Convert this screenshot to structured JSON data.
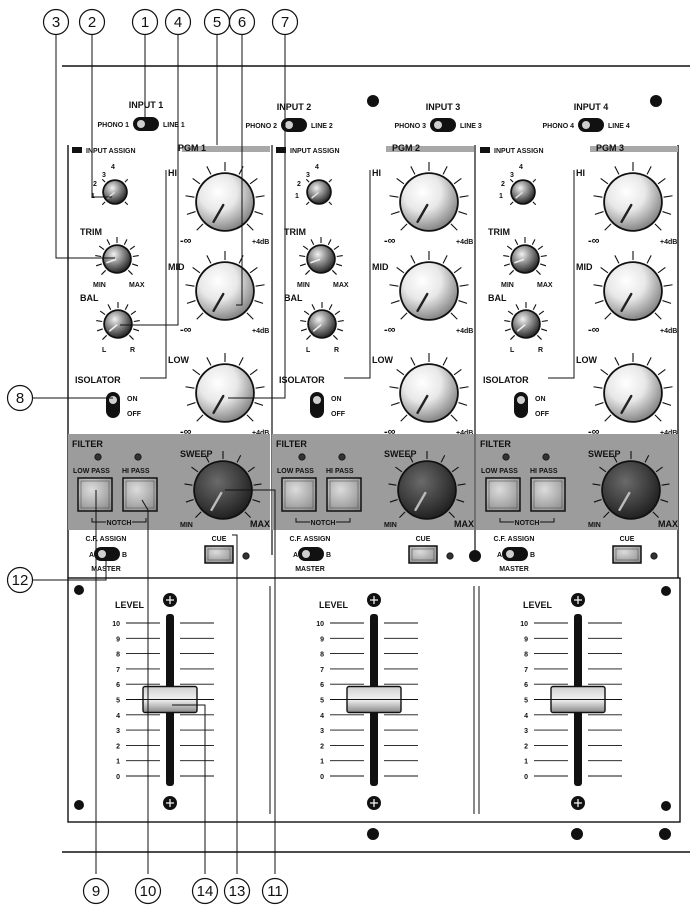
{
  "inputs": [
    {
      "title": "INPUT 1",
      "left": "PHONO 1",
      "right": "LINE 1"
    },
    {
      "title": "INPUT 2",
      "left": "PHONO 2",
      "right": "LINE 2"
    },
    {
      "title": "INPUT 3",
      "left": "PHONO 3",
      "right": "LINE 3"
    },
    {
      "title": "INPUT 4",
      "left": "PHONO 4",
      "right": "LINE 4"
    }
  ],
  "channels": [
    {
      "pgm": "PGM 1"
    },
    {
      "pgm": "PGM 2"
    },
    {
      "pgm": "PGM 3"
    }
  ],
  "labels": {
    "input_assign": "INPUT ASSIGN",
    "assign_ticks": [
      "1",
      "2",
      "3",
      "4"
    ],
    "trim": "TRIM",
    "bal": "BAL",
    "min": "MIN",
    "max": "MAX",
    "l": "L",
    "r": "R",
    "hi": "HI",
    "mid": "MID",
    "low": "LOW",
    "neg_inf": "-∞",
    "plus4": "+4dB",
    "isolator": "ISOLATOR",
    "on": "ON",
    "off": "OFF",
    "filter": "FILTER",
    "low_pass": "LOW PASS",
    "hi_pass": "HI PASS",
    "sweep": "SWEEP",
    "notch": "NOTCH",
    "cf_assign": "C.F. ASSIGN",
    "a": "A",
    "b": "B",
    "master": "MASTER",
    "cue": "CUE",
    "level": "LEVEL",
    "scale": [
      "10",
      "9",
      "8",
      "7",
      "6",
      "5",
      "4",
      "3",
      "2",
      "1",
      "0"
    ]
  },
  "callouts": [
    "1",
    "2",
    "3",
    "4",
    "5",
    "6",
    "7",
    "8",
    "9",
    "10",
    "11",
    "12",
    "13",
    "14"
  ],
  "fader_level": 5,
  "colors": {
    "panel_gray": "#9c9c9c",
    "stroke": "#111111",
    "pgm_bar": "#a8a8a8"
  }
}
